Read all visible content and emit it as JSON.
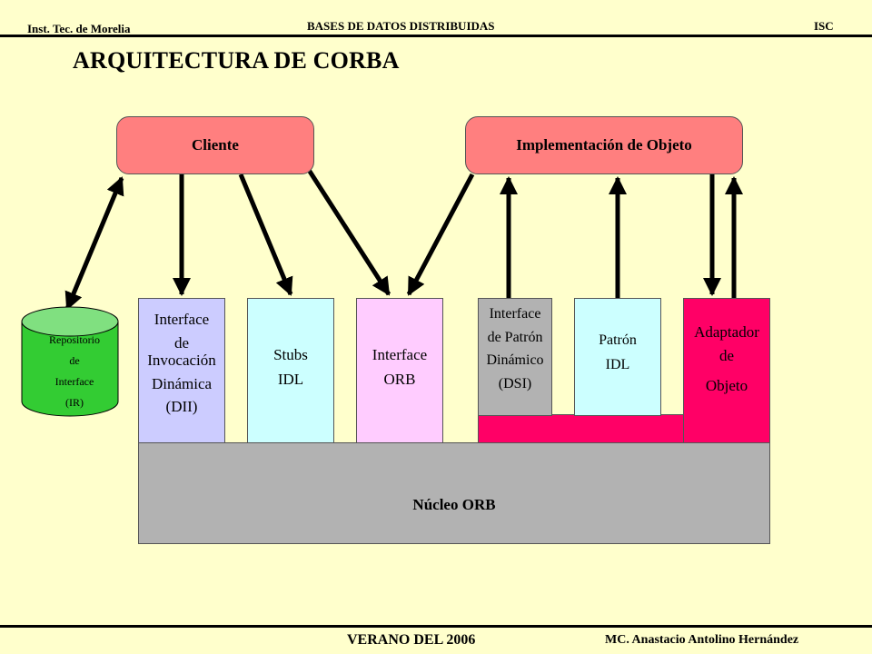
{
  "header": {
    "left": "Inst. Tec. de Morelia",
    "center": "BASES DE DATOS DISTRIBUIDAS",
    "right": "ISC"
  },
  "title": "ARQUITECTURA DE CORBA",
  "top_boxes": {
    "cliente": "Cliente",
    "implementacion": "Implementación de Objeto"
  },
  "repository": {
    "lines": [
      "Repositorio",
      "de",
      "Interface",
      "(IR)"
    ]
  },
  "columns": {
    "dii": {
      "lines": [
        "Interface",
        "de",
        "Invocación",
        "Dinámica",
        "(DII)"
      ],
      "color": "#ccccff"
    },
    "stubs": {
      "lines": [
        "Stubs",
        "IDL"
      ],
      "color": "#ccffff"
    },
    "orb_interface": {
      "lines": [
        "Interface",
        "ORB"
      ],
      "color": "#ffccff"
    },
    "dsi": {
      "lines": [
        "Interface",
        "de Patrón",
        "Dinámico",
        "(DSI)"
      ],
      "color": "#b2b2b2"
    },
    "patron": {
      "lines": [
        "Patrón",
        "IDL"
      ],
      "color": "#ccffff"
    },
    "adaptador": {
      "lines": [
        "Adaptador",
        "de",
        "Objeto"
      ],
      "color": "#ff0066"
    }
  },
  "core": {
    "label": "Núcleo ORB",
    "color": "#b2b2b2"
  },
  "colors": {
    "background": "#ffffcc",
    "top_box": "#ff7f7f",
    "repository": "#33cc33",
    "repository_top": "#80e080",
    "connector": "#ff0066"
  },
  "footer": {
    "center": "VERANO DEL 2006",
    "right": "MC. Anastacio Antolino Hernández"
  }
}
